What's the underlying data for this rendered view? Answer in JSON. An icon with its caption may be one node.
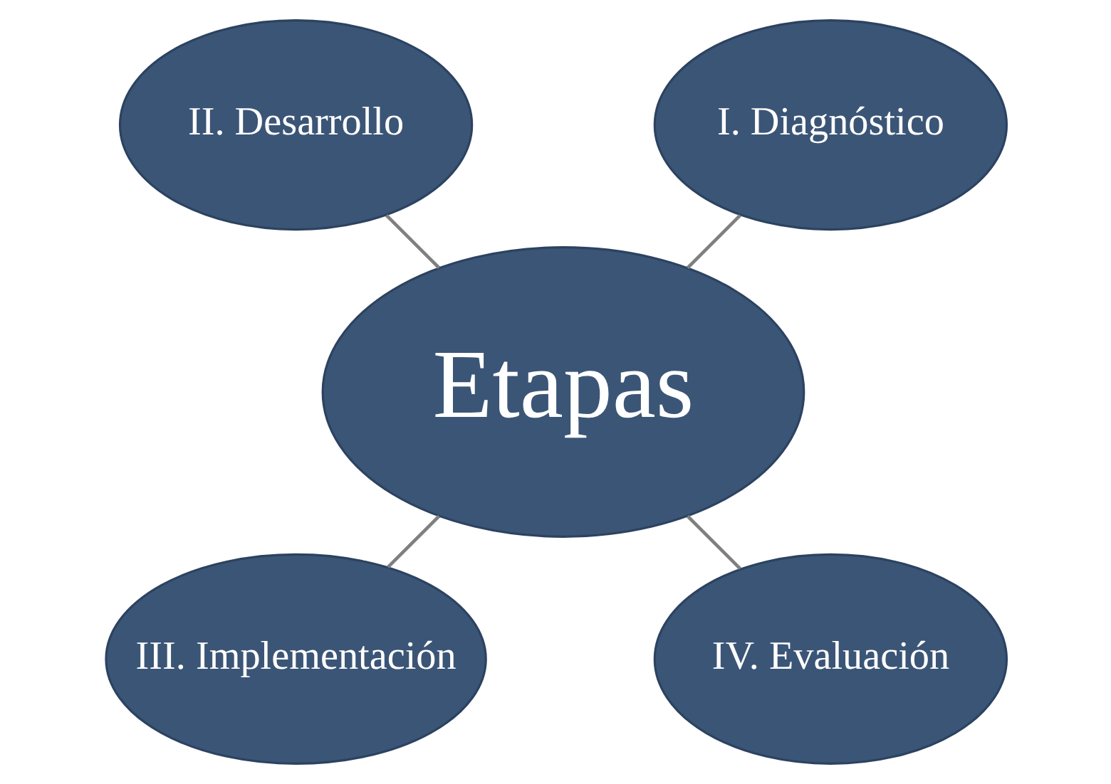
{
  "diagram": {
    "nodes": [
      {
        "text": [
          "Etapas"
        ]
      },
      {
        "text": [
          "I. Diagnóstico"
        ]
      },
      {
        "text": [
          "II. Desarrollo"
        ]
      },
      {
        "text": [
          "III. Implementación"
        ]
      },
      {
        "text": [
          "IV. Evaluación"
        ]
      }
    ],
    "edges": [
      {
        "from": 0,
        "to": 1,
        "arrow": "none"
      },
      {
        "from": 0,
        "to": 2,
        "arrow": "none"
      },
      {
        "from": 0,
        "to": 3,
        "arrow": "none"
      },
      {
        "from": 0,
        "to": 4,
        "arrow": "none"
      }
    ]
  }
}
